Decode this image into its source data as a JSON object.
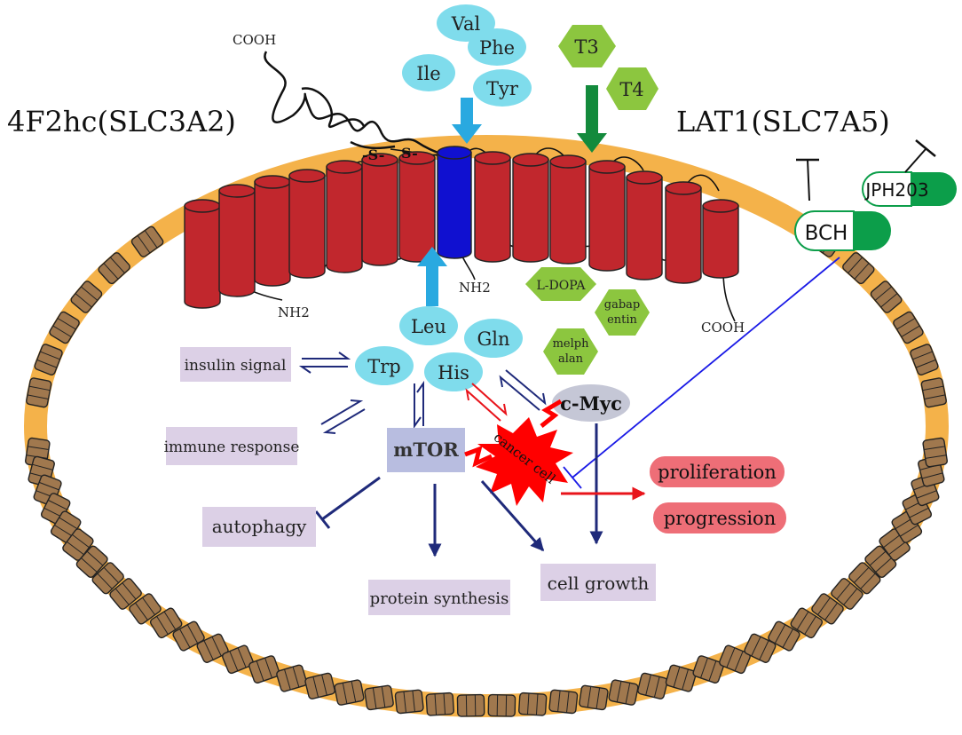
{
  "labels": {
    "heavy_chain": "4F2hc(SLC3A2)",
    "light_chain": "LAT1(SLC7A5)",
    "cooh_top": "COOH",
    "cooh_right": "COOH",
    "nh2_left": "NH2",
    "nh2_center": "NH2",
    "disulfide_1": "-S-",
    "disulfide_2": "S-",
    "cancer_cell": "cancer cell"
  },
  "amino_acids_outside": [
    "Val",
    "Phe",
    "Ile",
    "Tyr"
  ],
  "hormones": [
    "T3",
    "T4"
  ],
  "drugs_inside": {
    "ldopa": "L-DOPA",
    "gabapentin": [
      "gabap",
      "entin"
    ],
    "melphalan": [
      "melph",
      "alan"
    ]
  },
  "amino_acids_inside": [
    "Leu",
    "Gln",
    "Trp",
    "His"
  ],
  "signals": {
    "cmyc": "c-Myc",
    "mtor": "mTOR"
  },
  "outcomes": {
    "insulin": "insulin signal",
    "immune": "immune response",
    "autophagy": "autophagy",
    "protein": "protein synthesis",
    "growth": "cell growth",
    "proliferation": "proliferation",
    "progression": "progression"
  },
  "inhibitors": {
    "jph203": "JPH203",
    "bch": "BCH"
  },
  "colors": {
    "membrane": "#f4b24a",
    "segment": "#a0784e",
    "helix": "#c1272d",
    "helix_center": "#1010d0",
    "amino_acid": "#7fdcec",
    "hormone": "#8cc63f",
    "inhibitor_green": "#0c9e4a",
    "outcome_box": "#dcd0e6",
    "mtor_box": "#b8bde0",
    "cmyc": "#c5c7d6",
    "red_box": "#ee6e77",
    "arrow_navy": "#1f2a7a",
    "arrow_cyan": "#29a9e0",
    "arrow_green": "#138a3c",
    "cancer_red": "#ff0000"
  }
}
